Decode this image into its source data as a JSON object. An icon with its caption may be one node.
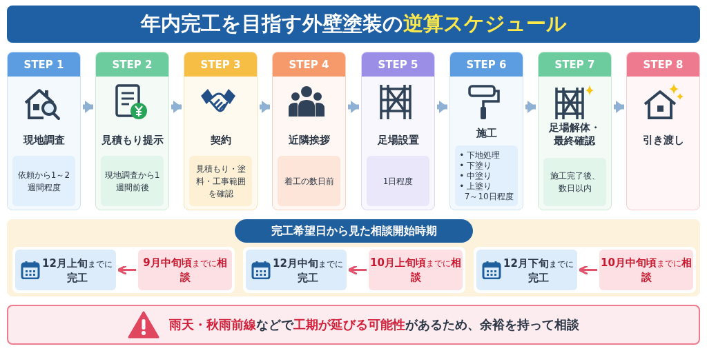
{
  "diagram": {
    "title": "年内完工を目指す外壁塗装の**逆算スケジュール**",
    "nodes": [
      {
        "text": [
          "STEP 1",
          "現地調査",
          "依頼から1～2週間程度"
        ]
      },
      {
        "text": [
          "STEP 2",
          "見積もり提示",
          "現地調査から1週間前後"
        ]
      },
      {
        "text": [
          "STEP 3",
          "契約",
          "見積もり・塗料・工事範囲を確認"
        ]
      },
      {
        "text": [
          "STEP 4",
          "近隣挨拶",
          "着工の数日前"
        ]
      },
      {
        "text": [
          "STEP 5",
          "足場設置",
          "1日程度"
        ]
      },
      {
        "text": [
          "STEP 6",
          "施工",
          "• 下地処理",
          "• 下塗り",
          "• 中塗り",
          "• 上塗り",
          "7～10日程度"
        ]
      },
      {
        "text": [
          "STEP 7",
          "足場解体・最終確認",
          "施工完了後、数日以内"
        ]
      },
      {
        "text": [
          "STEP 8",
          "引き渡し"
        ]
      },
      {
        "text": [
          "完工希望日から見た相談開始時期"
        ]
      },
      {
        "text": [
          "**12月上旬**までに**完工**"
        ],
        "in": 8
      },
      {
        "text": [
          "**9月中旬頃**までに**相談**"
        ],
        "in": 8
      },
      {
        "text": [
          "**12月中旬**までに**完工**"
        ],
        "in": 8
      },
      {
        "text": [
          "**10月上旬頃**までに**相談**"
        ],
        "in": 8
      },
      {
        "text": [
          "**12月下旬**までに**完工**"
        ],
        "in": 8
      },
      {
        "text": [
          "**10月中旬頃**までに**相談**"
        ],
        "in": 8
      },
      {
        "text": [
          "**雨天・秋雨前線**などで**工期が延びる可能性**があるため、余裕を持って相談"
        ]
      }
    ],
    "edges": [
      {
        "from": 0,
        "to": 1,
        "arrow": "to"
      },
      {
        "from": 1,
        "to": 2,
        "arrow": "to"
      },
      {
        "from": 2,
        "to": 3,
        "arrow": "to"
      },
      {
        "from": 3,
        "to": 4,
        "arrow": "to"
      },
      {
        "from": 4,
        "to": 5,
        "arrow": "to"
      },
      {
        "from": 5,
        "to": 6,
        "arrow": "to"
      },
      {
        "from": 6,
        "to": 7,
        "arrow": "to"
      },
      {
        "from": 10,
        "to": 9,
        "arrow": "to",
        "color": "#e5506a"
      },
      {
        "from": 12,
        "to": 11,
        "arrow": "to",
        "color": "#e5506a"
      },
      {
        "from": 14,
        "to": 13,
        "arrow": "to",
        "color": "#e5506a"
      }
    ]
  }
}
